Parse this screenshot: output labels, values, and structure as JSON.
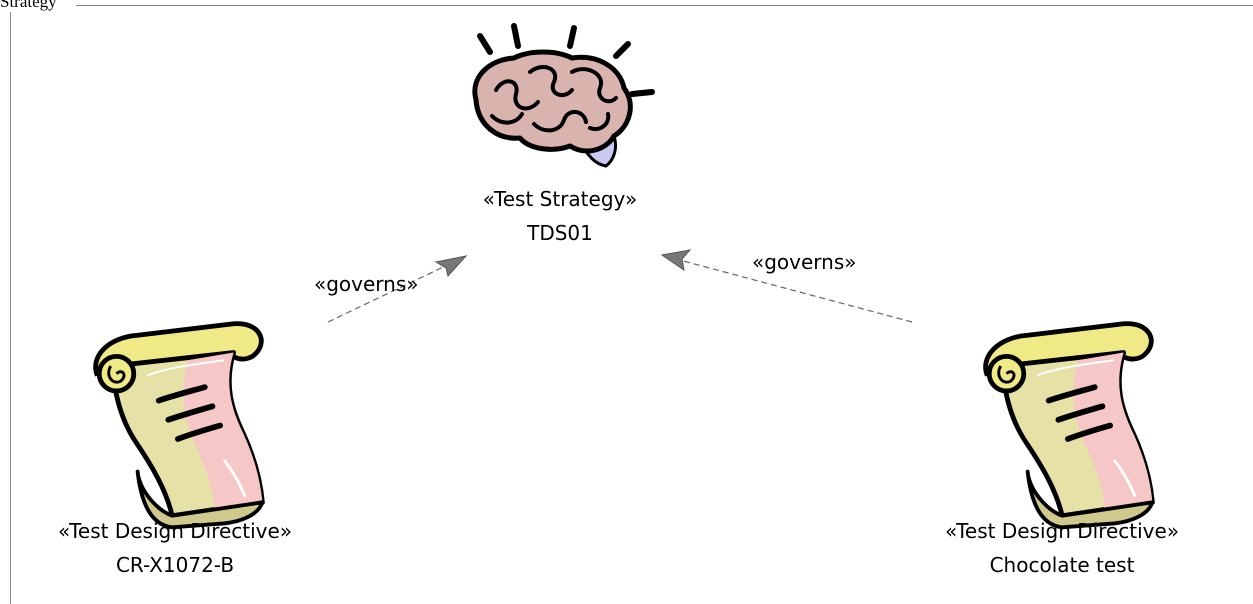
{
  "header": {
    "title": "Strategy"
  },
  "nodes": {
    "strategy": {
      "stereotype": "«Test Strategy»",
      "name": "TDS01",
      "icon": "brain-icon"
    },
    "directive_left": {
      "stereotype": "«Test Design Directive»",
      "name": "CR-X1072-B",
      "icon": "scroll-icon"
    },
    "directive_right": {
      "stereotype": "«Test Design Directive»",
      "name": "Chocolate test",
      "icon": "scroll-icon"
    }
  },
  "edges": {
    "left": {
      "label": "«governs»",
      "style": "dashed"
    },
    "right": {
      "label": "«governs»",
      "style": "dashed"
    }
  },
  "colors": {
    "frame": "#8c8c8c",
    "connector": "#666666",
    "brain_fill": "#d9b3ae",
    "brain_stem": "#c9c9f2",
    "scroll_yellow": "#f0ea86",
    "scroll_paper": "#e6e1a6",
    "scroll_pink": "#f6c7c7"
  }
}
